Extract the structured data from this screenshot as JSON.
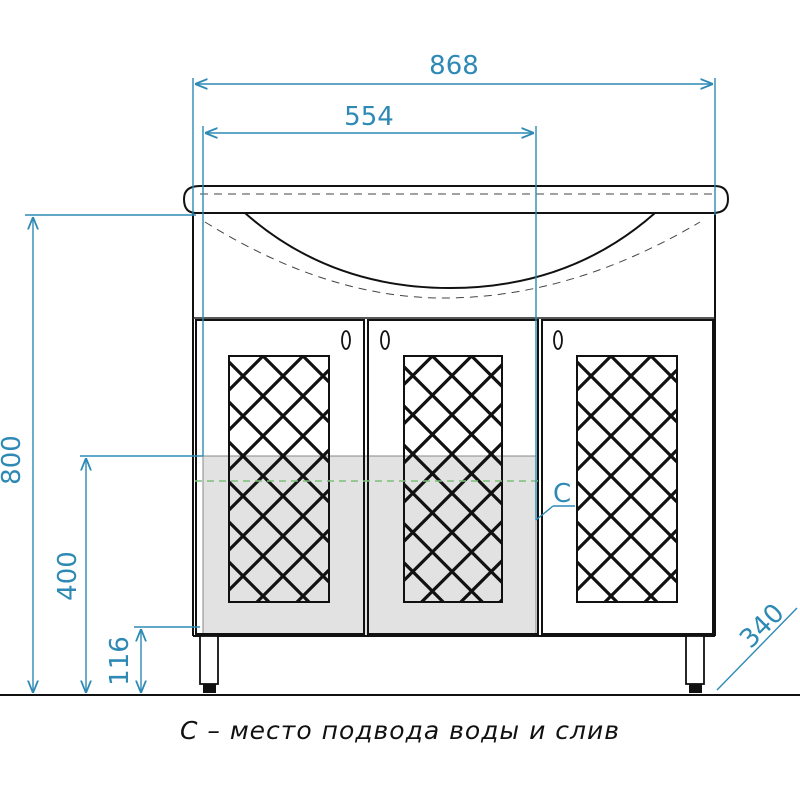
{
  "dimensions": {
    "overall_width": "868",
    "basin_width": "554",
    "overall_height": "800",
    "connection_height": "400",
    "leg_height": "116",
    "depth": "340",
    "connection_marker": "C"
  },
  "caption": "C – место подвода воды и слив",
  "colors": {
    "dimension_lines": "#2e8ab5",
    "connection_zone": "#e2e2e2",
    "axis_line": "#7cc07a",
    "outline": "#111111"
  }
}
